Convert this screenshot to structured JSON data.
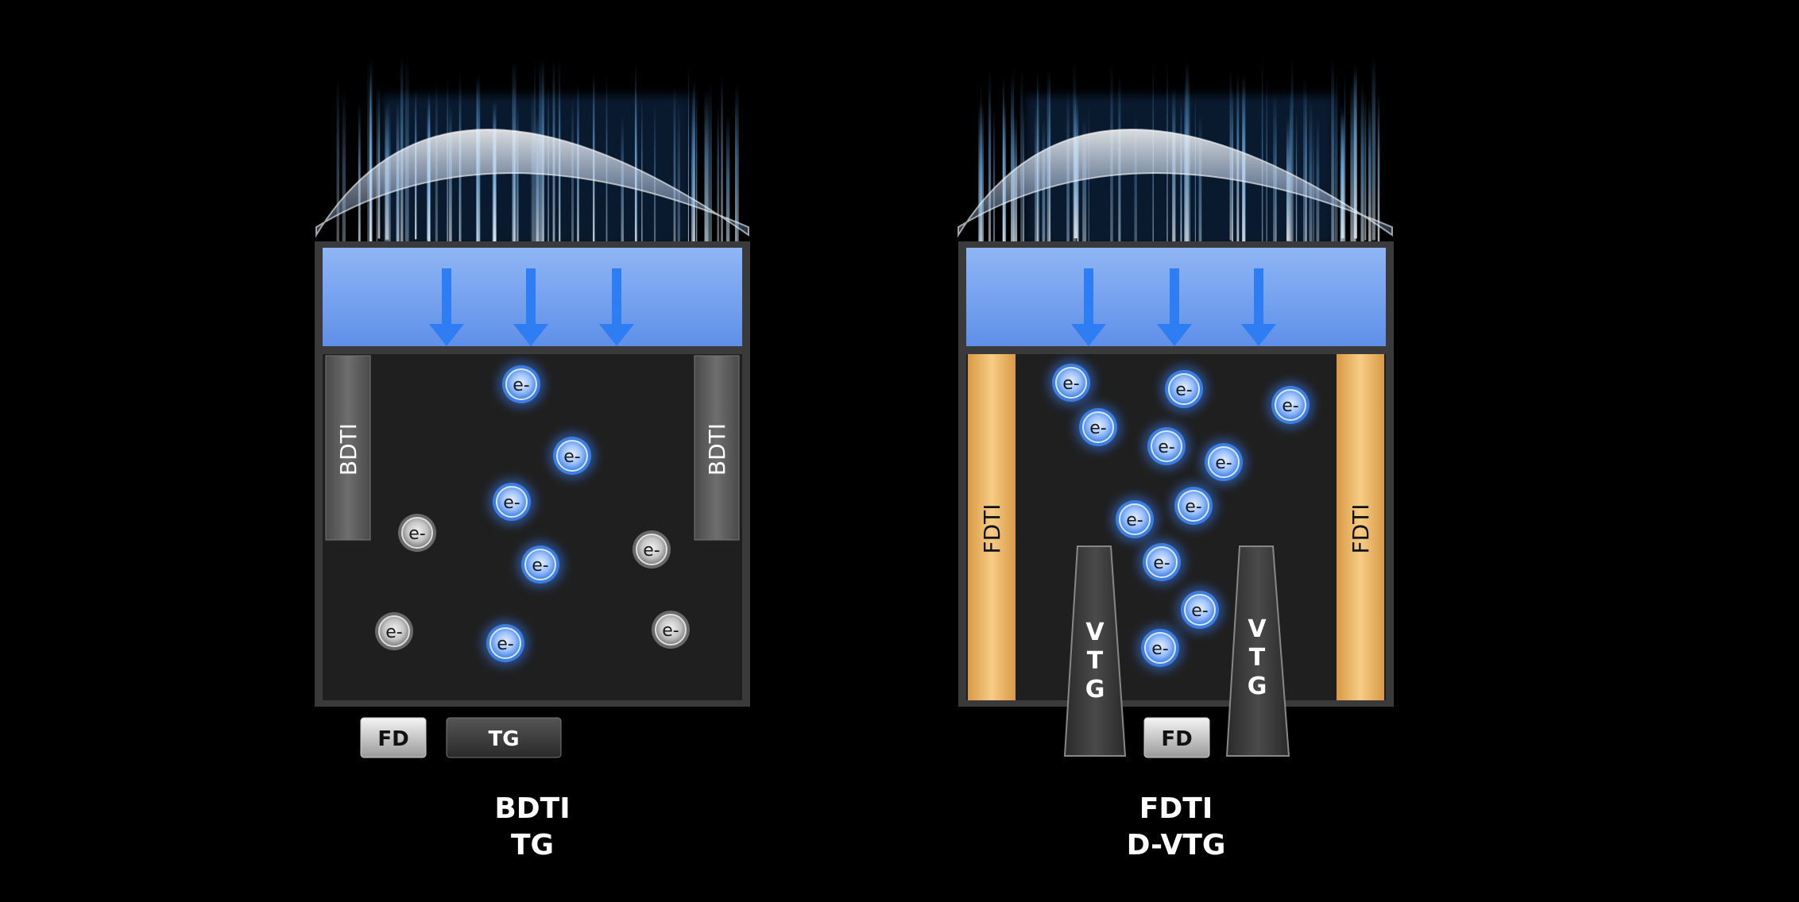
{
  "left": {
    "caption": [
      "BDTI",
      "TG"
    ],
    "side_label": "BDTI",
    "fd_label": "FD",
    "tg_label": "TG",
    "electron_label": "e-"
  },
  "right": {
    "caption": [
      "FDTI",
      "D-VTG"
    ],
    "side_label": "FDTI",
    "fd_label": "FD",
    "vtg_label": "VTG",
    "electron_label": "e-"
  },
  "colors": {
    "background": "#000000",
    "filter": "#6e9cf0",
    "well": "#1e1e1e",
    "arrow": "#2f7df2",
    "electron_blue": "#4f8fe8",
    "electron_gray": "#9a9a9a",
    "fdti": "#e9b15f",
    "bdti": "#5a5a5a"
  }
}
